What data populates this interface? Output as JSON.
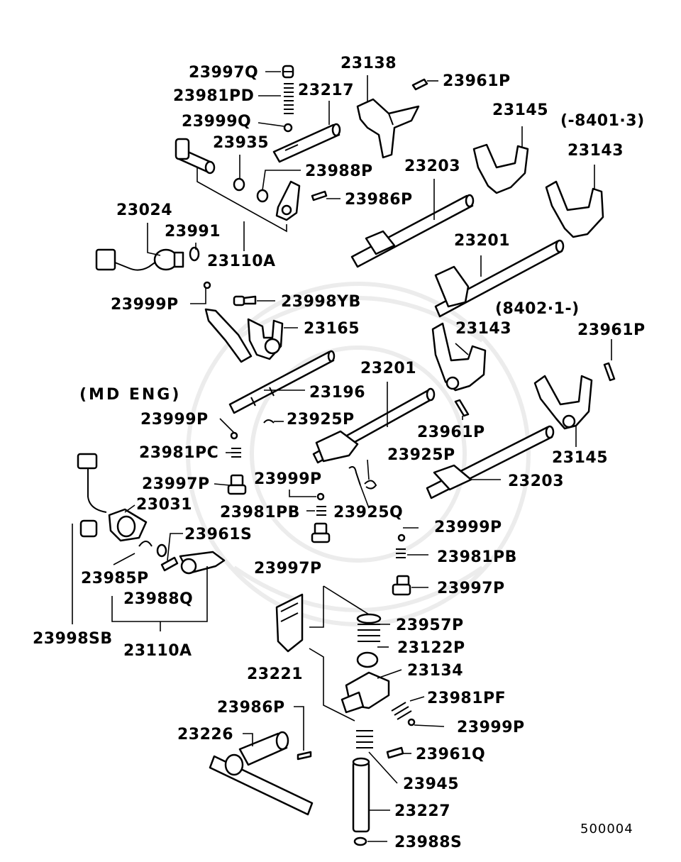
{
  "diagram": {
    "figure_code": "500004",
    "notes": [
      {
        "key": "n1",
        "text": "(-8401·3)"
      },
      {
        "key": "n2",
        "text": "(8402·1-)"
      },
      {
        "key": "n3",
        "text": "(MD ENG)"
      }
    ],
    "labels": [
      {
        "key": "p23997q",
        "text": "23997Q"
      },
      {
        "key": "p23981pd",
        "text": "23981PD"
      },
      {
        "key": "p23999q",
        "text": "23999Q"
      },
      {
        "key": "p23217",
        "text": "23217"
      },
      {
        "key": "p23935",
        "text": "23935"
      },
      {
        "key": "p23138",
        "text": "23138"
      },
      {
        "key": "p23961p_a",
        "text": "23961P"
      },
      {
        "key": "p23145_a",
        "text": "23145"
      },
      {
        "key": "p23143_a",
        "text": "23143"
      },
      {
        "key": "p23988p",
        "text": "23988P"
      },
      {
        "key": "p23203_a",
        "text": "23203"
      },
      {
        "key": "p23986p_a",
        "text": "23986P"
      },
      {
        "key": "p23024",
        "text": "23024"
      },
      {
        "key": "p23991",
        "text": "23991"
      },
      {
        "key": "p23110a_a",
        "text": "23110A"
      },
      {
        "key": "p23201_a",
        "text": "23201"
      },
      {
        "key": "p23999p_a",
        "text": "23999P"
      },
      {
        "key": "p23998yb",
        "text": "23998YB"
      },
      {
        "key": "p23165",
        "text": "23165"
      },
      {
        "key": "p23143_b",
        "text": "23143"
      },
      {
        "key": "p23961p_b",
        "text": "23961P"
      },
      {
        "key": "p23201_b",
        "text": "23201"
      },
      {
        "key": "p23196",
        "text": "23196"
      },
      {
        "key": "p23999p_b",
        "text": "23999P"
      },
      {
        "key": "p23925p_a",
        "text": "23925P"
      },
      {
        "key": "p23961p_c",
        "text": "23961P"
      },
      {
        "key": "p23981pc",
        "text": "23981PC"
      },
      {
        "key": "p23925p_b",
        "text": "23925P"
      },
      {
        "key": "p23145_b",
        "text": "23145"
      },
      {
        "key": "p23997p_a",
        "text": "23997P"
      },
      {
        "key": "p23999p_c",
        "text": "23999P"
      },
      {
        "key": "p23203_b",
        "text": "23203"
      },
      {
        "key": "p23031",
        "text": "23031"
      },
      {
        "key": "p23981pb_a",
        "text": "23981PB"
      },
      {
        "key": "p23925q",
        "text": "23925Q"
      },
      {
        "key": "p23961s",
        "text": "23961S"
      },
      {
        "key": "p23999p_d",
        "text": "23999P"
      },
      {
        "key": "p23981pb_b",
        "text": "23981PB"
      },
      {
        "key": "p23997p_b",
        "text": "23997P"
      },
      {
        "key": "p23985p",
        "text": "23985P"
      },
      {
        "key": "p23997p_c",
        "text": "23997P"
      },
      {
        "key": "p23988q",
        "text": "23988Q"
      },
      {
        "key": "p23957p",
        "text": "23957P"
      },
      {
        "key": "p23998sb",
        "text": "23998SB"
      },
      {
        "key": "p23110a_b",
        "text": "23110A"
      },
      {
        "key": "p23122p",
        "text": "23122P"
      },
      {
        "key": "p23221",
        "text": "23221"
      },
      {
        "key": "p23134",
        "text": "23134"
      },
      {
        "key": "p23981pf",
        "text": "23981PF"
      },
      {
        "key": "p23986p_b",
        "text": "23986P"
      },
      {
        "key": "p23999p_e",
        "text": "23999P"
      },
      {
        "key": "p23226",
        "text": "23226"
      },
      {
        "key": "p23961q",
        "text": "23961Q"
      },
      {
        "key": "p23945",
        "text": "23945"
      },
      {
        "key": "p23227",
        "text": "23227"
      },
      {
        "key": "p23988s",
        "text": "23988S"
      }
    ]
  }
}
